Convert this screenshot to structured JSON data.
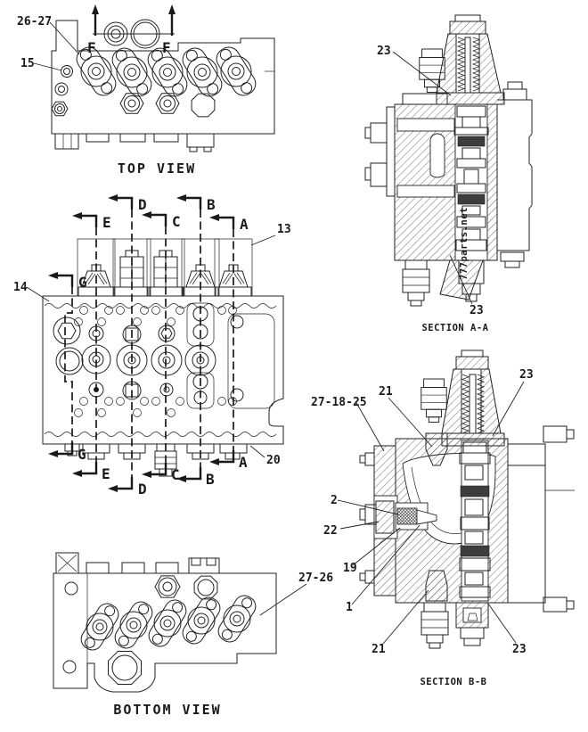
{
  "page_bg": "#ffffff",
  "ink_color": "#1a1a1a",
  "watermark": {
    "text": "777parts.net",
    "color": "#6a6a6a"
  },
  "top_view": {
    "caption": "TOP VIEW",
    "section_letter_left": "F",
    "section_letter_right": "F",
    "callout_26_27": "26-27",
    "callout_15": "15"
  },
  "front_view": {
    "callout_13": "13",
    "callout_14": "14",
    "callout_20": "20",
    "left_arrow_g": "G",
    "top_arrows": {
      "e": "E",
      "d": "D",
      "c": "C",
      "b": "B",
      "a": "A"
    },
    "bottom_arrows": {
      "g": "G",
      "e": "E",
      "d": "D",
      "c": "C",
      "b": "B",
      "a": "A"
    }
  },
  "bottom_view": {
    "caption": "BOTTOM VIEW",
    "callout_27_26": "27-26"
  },
  "section_aa": {
    "caption": "SECTION A-A",
    "callout_23_top": "23",
    "callout_23_bottom": "23"
  },
  "section_bb": {
    "caption": "SECTION B-B",
    "callout_27_18_25": "27-18-25",
    "callout_21_top": "21",
    "callout_23_top": "23",
    "callout_2": "2",
    "callout_22": "22",
    "callout_19": "19",
    "callout_1": "1",
    "callout_21_bottom": "21",
    "callout_23_bottom": "23"
  }
}
